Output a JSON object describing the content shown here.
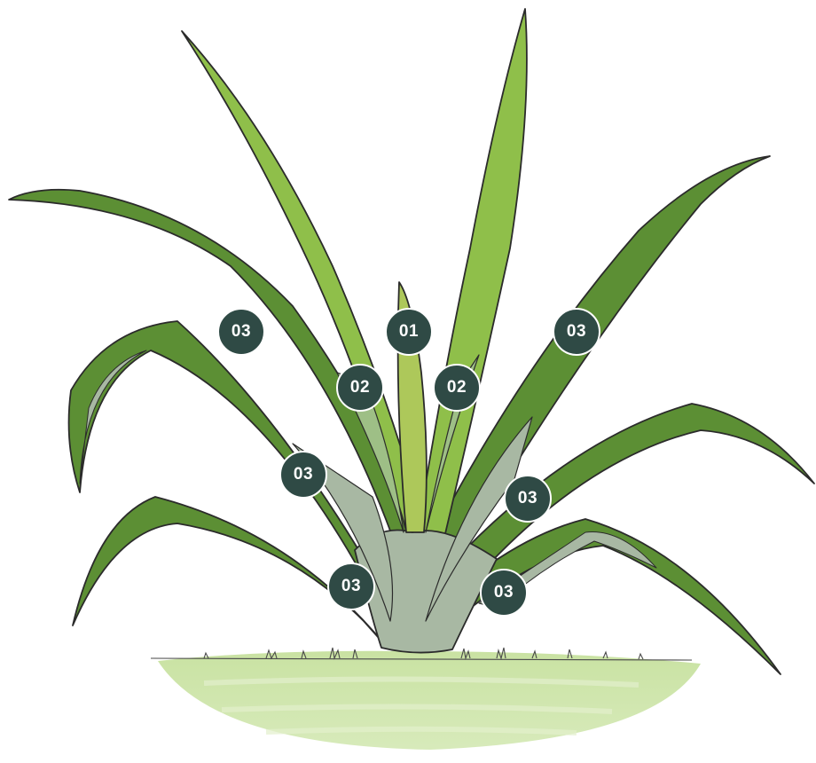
{
  "colors": {
    "badge_fill": "#2f4a45",
    "badge_text": "#ffffff",
    "outline": "#2b2b2b",
    "leaf_center": "#adc85a",
    "leaf_young": "#8fbf4a",
    "leaf_young_base": "#9ebf86",
    "leaf_mature": "#5c8f34",
    "leaf_mature_base": "#a8b8a3",
    "ground": "#c9e2a2"
  },
  "labels": {
    "center_leaf": "01",
    "young_leaf_left": "02",
    "young_leaf_right": "02",
    "mature_leaf_upper_left": "03",
    "mature_leaf_upper_right": "03",
    "mature_leaf_mid_left": "03",
    "mature_leaf_mid_right": "03",
    "mature_leaf_lower_left": "03",
    "mature_leaf_lower_right": "03"
  }
}
